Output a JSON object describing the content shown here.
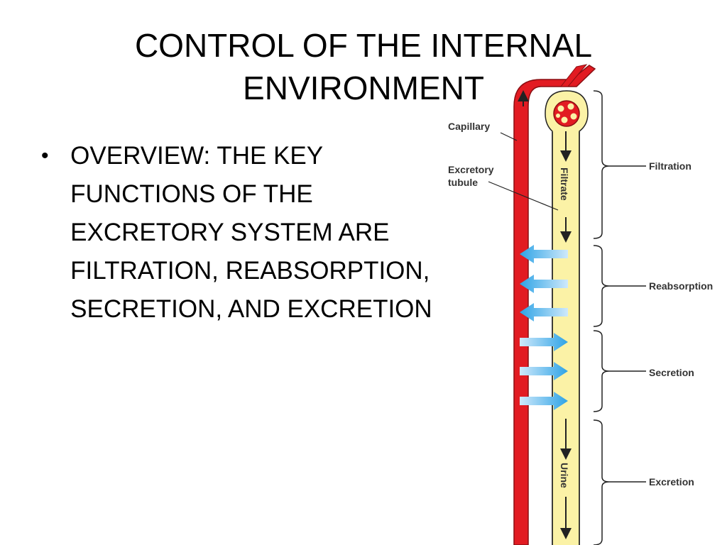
{
  "slide": {
    "title_lines": [
      "CONTROL OF THE INTERNAL",
      "ENVIRONMENT"
    ],
    "bullet_lines": [
      "OVERVIEW: THE KEY",
      "FUNCTIONS OF THE",
      "EXCRETORY SYSTEM ARE",
      "FILTRATION, REABSORPTION,",
      "SECRETION, AND EXCRETION"
    ]
  },
  "diagram": {
    "labels": {
      "capillary": "Capillary",
      "excretory_tubule_1": "Excretory",
      "excretory_tubule_2": "tubule",
      "filtrate": "Filtrate",
      "urine": "Urine",
      "filtration": "Filtration",
      "reabsorption": "Reabsorption",
      "secretion": "Secretion",
      "excretion": "Excretion"
    },
    "colors": {
      "capillary": "#e21b22",
      "tubule": "#fbf2a6",
      "tubule_edge": "#222222",
      "transport_arrow": "#2da3e6"
    }
  }
}
